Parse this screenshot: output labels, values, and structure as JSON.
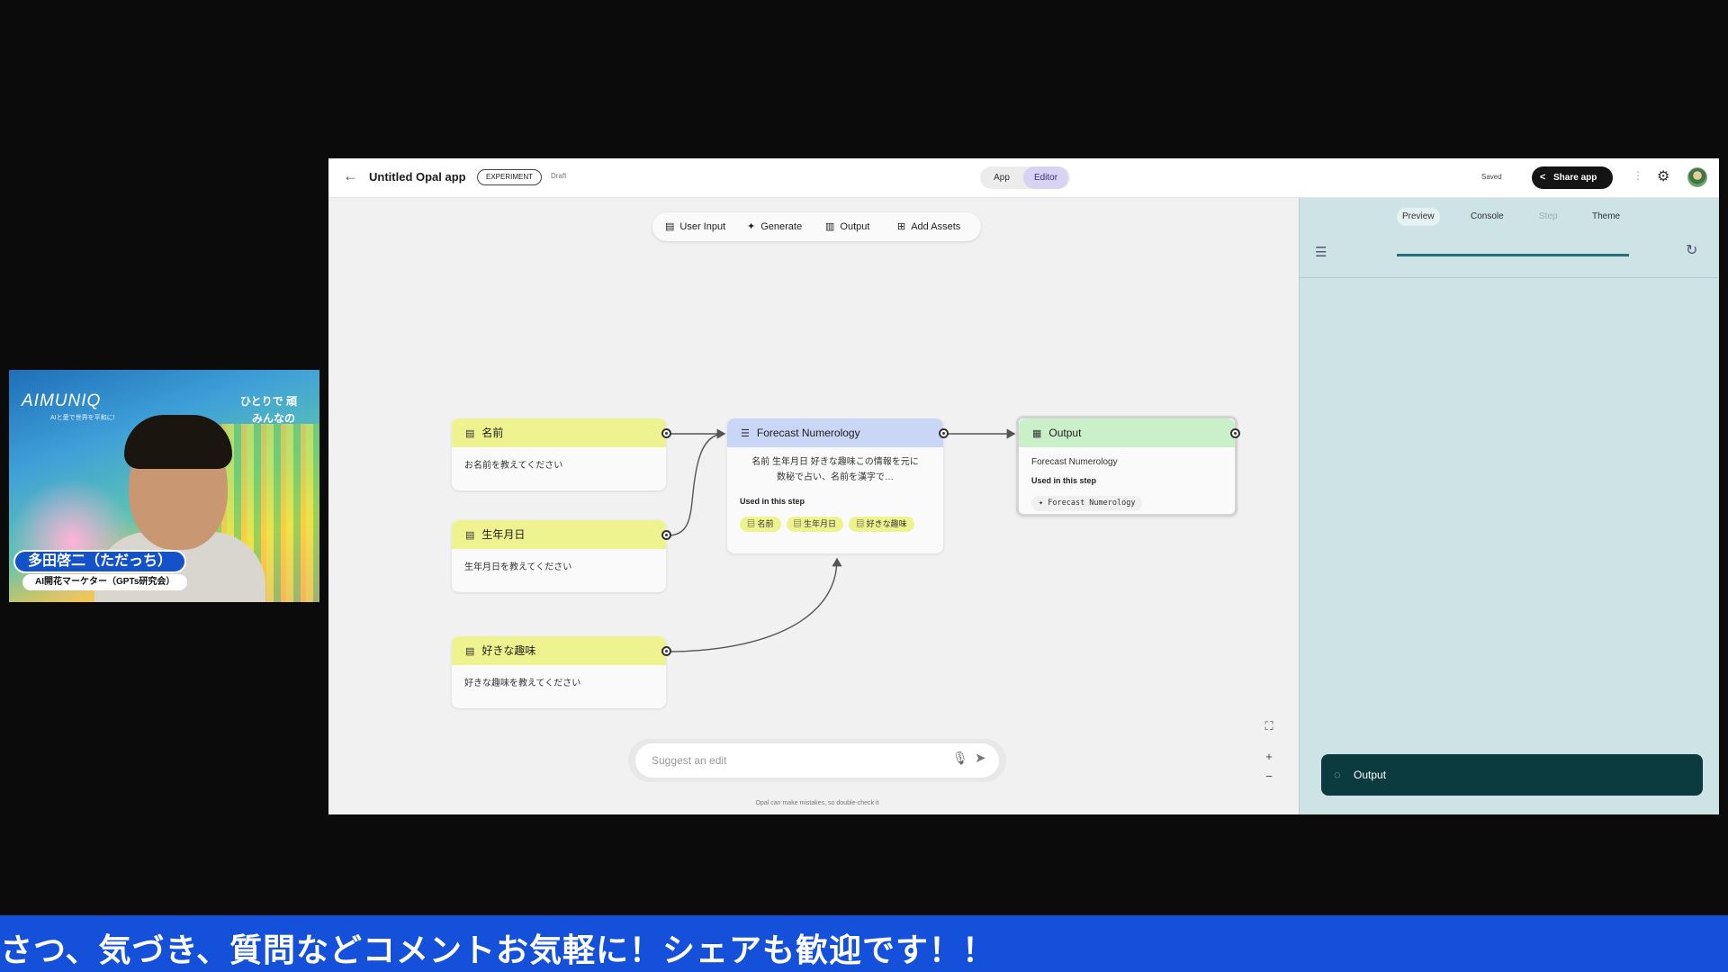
{
  "header": {
    "back_icon": "←",
    "title": "Untitled Opal app",
    "badge": "EXPERIMENT",
    "status": "Draft",
    "mode_app": "App",
    "mode_editor": "Editor",
    "saved": "Saved",
    "share": "Share app"
  },
  "toolbar": {
    "user_input": "User Input",
    "generate": "Generate",
    "output": "Output",
    "add_assets": "Add Assets"
  },
  "nodes": {
    "name": {
      "title": "名前",
      "body": "お名前を教えてください"
    },
    "birthday": {
      "title": "生年月日",
      "body": "生年月日を教えてください"
    },
    "hobby": {
      "title": "好きな趣味",
      "body": "好きな趣味を教えてください"
    },
    "forecast": {
      "title": "Forecast Numerology",
      "body_line1": "名前 生年月日 好きな趣味この情報を元に",
      "body_line2": "数秘で占い、名前を漢字で…",
      "used_label": "Used in this step",
      "chips": [
        "名前",
        "生年月日",
        "好きな趣味"
      ]
    },
    "output": {
      "title": "Output",
      "body": "Forecast Numerology",
      "used_label": "Used in this step",
      "chip": "Forecast Numerology"
    }
  },
  "suggest": {
    "placeholder": "Suggest an edit",
    "disclaimer": "Opal can make mistakes, so double-check it"
  },
  "zoom": {
    "fit_icon": "⛶",
    "plus": "+",
    "minus": "−"
  },
  "panel": {
    "tabs": [
      "Preview",
      "Console",
      "Step",
      "Theme"
    ],
    "active_tab": "Preview",
    "progress": 1.0,
    "output_button": "Output"
  },
  "webcam": {
    "logo": "AIMUNIQ",
    "tagline": "AIと愛で世界を平和に!",
    "slogan1": "ひとりで 頑",
    "slogan2": "みんなの",
    "name": "多田啓二（ただっち）",
    "role": "AI開花マーケター（GPTs研究会）"
  },
  "ticker": {
    "text": "さつ、気づき、質問などコメントお気軽に！シェアも歓迎です！！"
  },
  "colors": {
    "input_node": "#eef38f",
    "generate_node": "#c9d6f6",
    "output_node": "#c9f0c8",
    "panel_bg": "#cde3e6",
    "output_button": "#0b3b3e",
    "ticker_bg": "#1450d9"
  }
}
